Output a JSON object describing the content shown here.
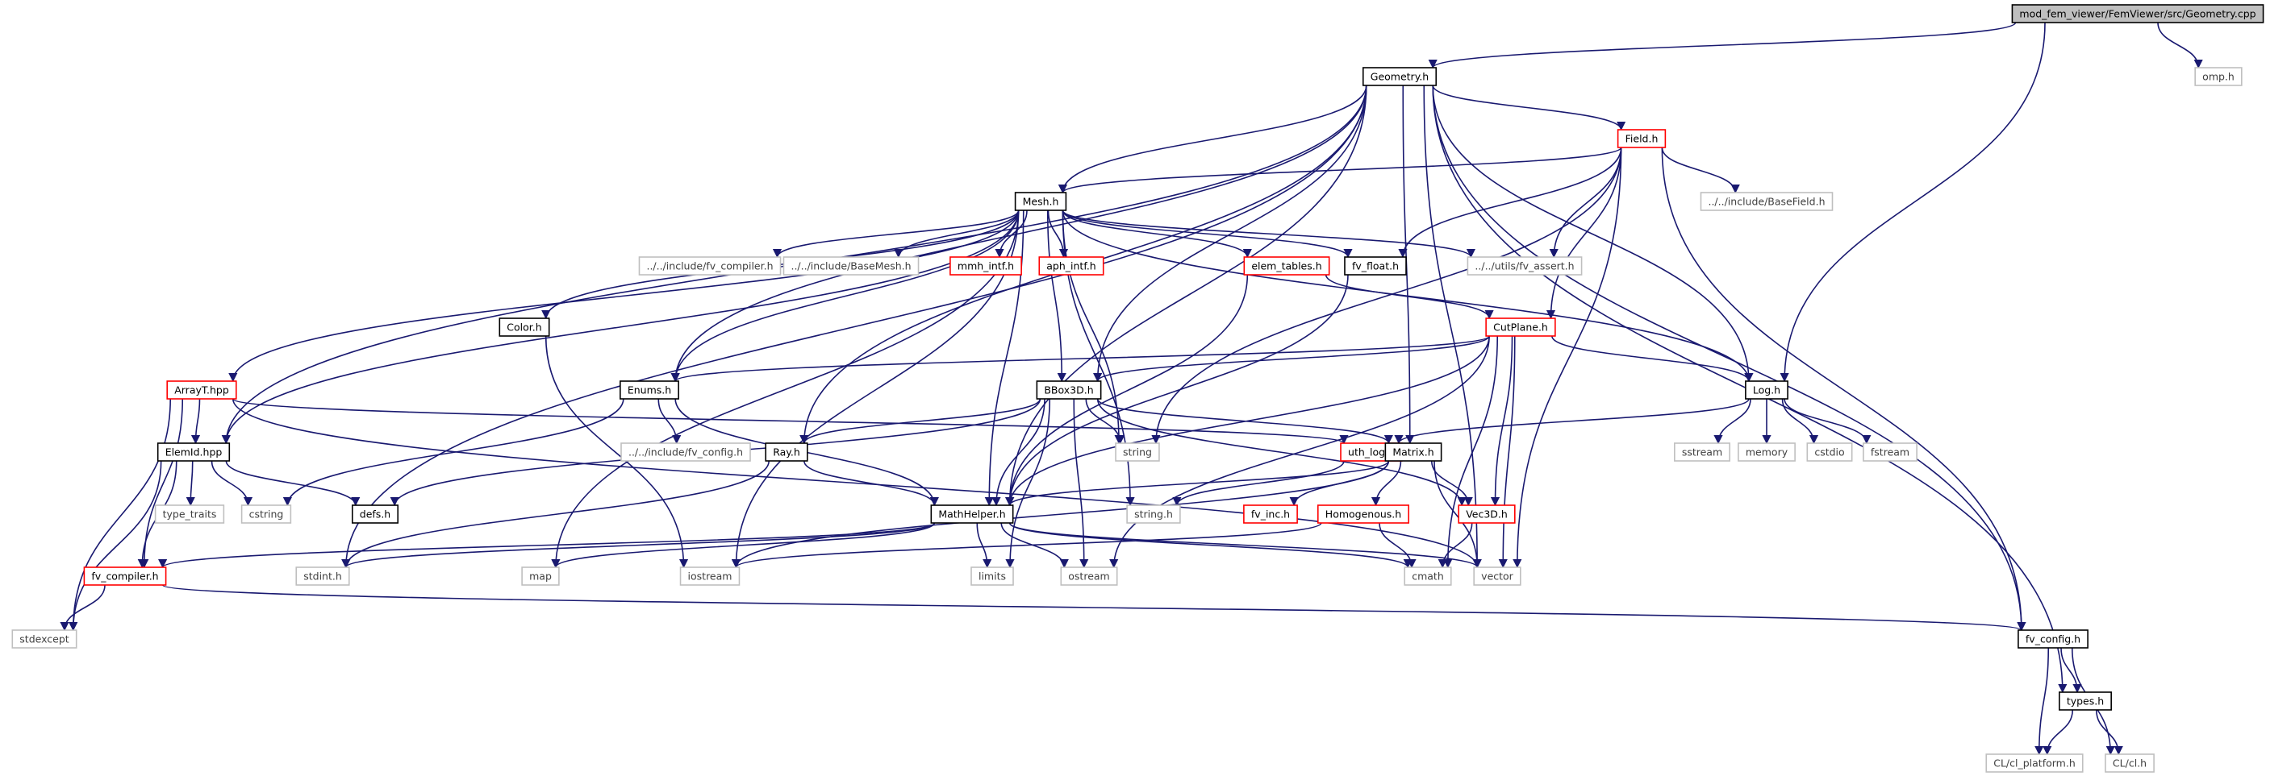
{
  "colors": {
    "edge": "#191970",
    "border_documented": "#000000",
    "border_hasgraph": "#ff0000",
    "border_external": "#bfbfbf",
    "fill_root": "#bfbfbf",
    "fill_default": "#ffffff",
    "text_default": "#000000",
    "text_external": "#404040"
  },
  "nodes": [
    {
      "id": "root",
      "label": "mod_fem_viewer/FemViewer/src/Geometry.cpp",
      "kind": "root"
    },
    {
      "id": "omp",
      "label": "omp.h",
      "kind": "external"
    },
    {
      "id": "geometry",
      "label": "Geometry.h",
      "kind": "documented"
    },
    {
      "id": "field",
      "label": "Field.h",
      "kind": "hasgraph"
    },
    {
      "id": "basefield",
      "label": "../../include/BaseField.h",
      "kind": "external"
    },
    {
      "id": "mesh",
      "label": "Mesh.h",
      "kind": "documented"
    },
    {
      "id": "fvcomp_inc",
      "label": "../../include/fv_compiler.h",
      "kind": "external"
    },
    {
      "id": "basemesh",
      "label": "../../include/BaseMesh.h",
      "kind": "external"
    },
    {
      "id": "mmh",
      "label": "mmh_intf.h",
      "kind": "hasgraph"
    },
    {
      "id": "aph",
      "label": "aph_intf.h",
      "kind": "hasgraph"
    },
    {
      "id": "elem",
      "label": "elem_tables.h",
      "kind": "hasgraph"
    },
    {
      "id": "fvfloat",
      "label": "fv_float.h",
      "kind": "documented"
    },
    {
      "id": "fvassert",
      "label": "../../utils/fv_assert.h",
      "kind": "external"
    },
    {
      "id": "color",
      "label": "Color.h",
      "kind": "documented"
    },
    {
      "id": "cutplane",
      "label": "CutPlane.h",
      "kind": "hasgraph"
    },
    {
      "id": "arrayt",
      "label": "ArrayT.hpp",
      "kind": "hasgraph"
    },
    {
      "id": "enums",
      "label": "Enums.h",
      "kind": "documented"
    },
    {
      "id": "bbox",
      "label": "BBox3D.h",
      "kind": "documented"
    },
    {
      "id": "log",
      "label": "Log.h",
      "kind": "documented"
    },
    {
      "id": "elemid",
      "label": "ElemId.hpp",
      "kind": "documented"
    },
    {
      "id": "fvconfig_inc",
      "label": "../../include/fv_config.h",
      "kind": "external"
    },
    {
      "id": "ray",
      "label": "Ray.h",
      "kind": "documented"
    },
    {
      "id": "string",
      "label": "string",
      "kind": "external"
    },
    {
      "id": "uthlog",
      "label": "uth_log.h",
      "kind": "hasgraph"
    },
    {
      "id": "matrix",
      "label": "Matrix.h",
      "kind": "documented"
    },
    {
      "id": "sstream",
      "label": "sstream",
      "kind": "external"
    },
    {
      "id": "memory",
      "label": "memory",
      "kind": "external"
    },
    {
      "id": "cstdio",
      "label": "cstdio",
      "kind": "external"
    },
    {
      "id": "fstream",
      "label": "fstream",
      "kind": "external"
    },
    {
      "id": "typetraits",
      "label": "type_traits",
      "kind": "external"
    },
    {
      "id": "cstring",
      "label": "cstring",
      "kind": "external"
    },
    {
      "id": "defs",
      "label": "defs.h",
      "kind": "documented"
    },
    {
      "id": "mathhelper",
      "label": "MathHelper.h",
      "kind": "documented"
    },
    {
      "id": "stringh",
      "label": "string.h",
      "kind": "external"
    },
    {
      "id": "fvinc",
      "label": "fv_inc.h",
      "kind": "hasgraph"
    },
    {
      "id": "homogenous",
      "label": "Homogenous.h",
      "kind": "hasgraph"
    },
    {
      "id": "vec3d",
      "label": "Vec3D.h",
      "kind": "hasgraph"
    },
    {
      "id": "fvcompiler",
      "label": "fv_compiler.h",
      "kind": "hasgraph"
    },
    {
      "id": "stdint",
      "label": "stdint.h",
      "kind": "external"
    },
    {
      "id": "map",
      "label": "map",
      "kind": "external"
    },
    {
      "id": "iostream",
      "label": "iostream",
      "kind": "external"
    },
    {
      "id": "limits",
      "label": "limits",
      "kind": "external"
    },
    {
      "id": "ostream",
      "label": "ostream",
      "kind": "external"
    },
    {
      "id": "cmath",
      "label": "cmath",
      "kind": "external"
    },
    {
      "id": "vector",
      "label": "vector",
      "kind": "external"
    },
    {
      "id": "stdexcept",
      "label": "stdexcept",
      "kind": "external"
    },
    {
      "id": "fvconfig",
      "label": "fv_config.h",
      "kind": "documented"
    },
    {
      "id": "types",
      "label": "types.h",
      "kind": "documented"
    },
    {
      "id": "clplatform",
      "label": "CL/cl_platform.h",
      "kind": "external"
    },
    {
      "id": "clh",
      "label": "CL/cl.h",
      "kind": "external"
    }
  ],
  "edges": [
    [
      "root",
      "geometry"
    ],
    [
      "root",
      "omp"
    ],
    [
      "root",
      "log"
    ],
    [
      "geometry",
      "field"
    ],
    [
      "geometry",
      "mesh"
    ],
    [
      "geometry",
      "log"
    ],
    [
      "geometry",
      "fvconfig"
    ],
    [
      "geometry",
      "types"
    ],
    [
      "geometry",
      "vector"
    ],
    [
      "geometry",
      "elemid"
    ],
    [
      "geometry",
      "enums"
    ],
    [
      "geometry",
      "bbox"
    ],
    [
      "geometry",
      "matrix"
    ],
    [
      "geometry",
      "mathhelper"
    ],
    [
      "geometry",
      "ray"
    ],
    [
      "geometry",
      "stdint"
    ],
    [
      "field",
      "mesh"
    ],
    [
      "field",
      "basefield"
    ],
    [
      "field",
      "fvfloat"
    ],
    [
      "field",
      "fvassert"
    ],
    [
      "field",
      "cutplane"
    ],
    [
      "field",
      "string"
    ],
    [
      "field",
      "fvconfig"
    ],
    [
      "field",
      "vector"
    ],
    [
      "mesh",
      "fvcomp_inc"
    ],
    [
      "mesh",
      "basemesh"
    ],
    [
      "mesh",
      "mmh"
    ],
    [
      "mesh",
      "aph"
    ],
    [
      "mesh",
      "elem"
    ],
    [
      "mesh",
      "fvfloat"
    ],
    [
      "mesh",
      "fvassert"
    ],
    [
      "mesh",
      "color"
    ],
    [
      "mesh",
      "arrayt"
    ],
    [
      "mesh",
      "enums"
    ],
    [
      "mesh",
      "bbox"
    ],
    [
      "mesh",
      "log"
    ],
    [
      "mesh",
      "elemid"
    ],
    [
      "mesh",
      "string"
    ],
    [
      "mesh",
      "stringh"
    ],
    [
      "mesh",
      "map"
    ],
    [
      "mesh",
      "iostream"
    ],
    [
      "mesh",
      "mathhelper"
    ],
    [
      "elem",
      "cutplane"
    ],
    [
      "elem",
      "mathhelper"
    ],
    [
      "fvfloat",
      "mathhelper"
    ],
    [
      "color",
      "iostream"
    ],
    [
      "cutplane",
      "enums"
    ],
    [
      "cutplane",
      "bbox"
    ],
    [
      "cutplane",
      "log"
    ],
    [
      "cutplane",
      "vec3d"
    ],
    [
      "cutplane",
      "mathhelper"
    ],
    [
      "cutplane",
      "cmath"
    ],
    [
      "cutplane",
      "vector"
    ],
    [
      "cutplane",
      "ostream"
    ],
    [
      "arrayt",
      "elemid"
    ],
    [
      "arrayt",
      "uthlog"
    ],
    [
      "arrayt",
      "fvcompiler"
    ],
    [
      "arrayt",
      "stdexcept"
    ],
    [
      "arrayt",
      "vector"
    ],
    [
      "enums",
      "fvconfig_inc"
    ],
    [
      "enums",
      "mathhelper"
    ],
    [
      "enums",
      "cstring"
    ],
    [
      "bbox",
      "ray"
    ],
    [
      "bbox",
      "string"
    ],
    [
      "bbox",
      "matrix"
    ],
    [
      "bbox",
      "vec3d"
    ],
    [
      "bbox",
      "mathhelper"
    ],
    [
      "bbox",
      "limits"
    ],
    [
      "bbox",
      "ostream"
    ],
    [
      "bbox",
      "defs"
    ],
    [
      "log",
      "uthlog"
    ],
    [
      "log",
      "sstream"
    ],
    [
      "log",
      "memory"
    ],
    [
      "log",
      "cstdio"
    ],
    [
      "log",
      "fstream"
    ],
    [
      "elemid",
      "typetraits"
    ],
    [
      "elemid",
      "cstring"
    ],
    [
      "elemid",
      "defs"
    ],
    [
      "elemid",
      "fvcompiler"
    ],
    [
      "elemid",
      "stdexcept"
    ],
    [
      "ray",
      "mathhelper"
    ],
    [
      "ray",
      "stdint"
    ],
    [
      "uthlog",
      "stringh"
    ],
    [
      "matrix",
      "fvinc"
    ],
    [
      "matrix",
      "homogenous"
    ],
    [
      "matrix",
      "vec3d"
    ],
    [
      "matrix",
      "mathhelper"
    ],
    [
      "matrix",
      "vector"
    ],
    [
      "matrix",
      "iostream"
    ],
    [
      "homogenous",
      "cmath"
    ],
    [
      "homogenous",
      "iostream"
    ],
    [
      "vec3d",
      "cmath"
    ],
    [
      "mathhelper",
      "fvcompiler"
    ],
    [
      "mathhelper",
      "stdint"
    ],
    [
      "mathhelper",
      "map"
    ],
    [
      "mathhelper",
      "limits"
    ],
    [
      "mathhelper",
      "ostream"
    ],
    [
      "mathhelper",
      "cmath"
    ],
    [
      "mathhelper",
      "vector"
    ],
    [
      "fvcompiler",
      "stdexcept"
    ],
    [
      "fvcompiler",
      "fvconfig"
    ],
    [
      "fvconfig",
      "types"
    ],
    [
      "fvconfig",
      "clplatform"
    ],
    [
      "fvconfig",
      "clh"
    ],
    [
      "types",
      "clplatform"
    ],
    [
      "types",
      "clh"
    ]
  ]
}
